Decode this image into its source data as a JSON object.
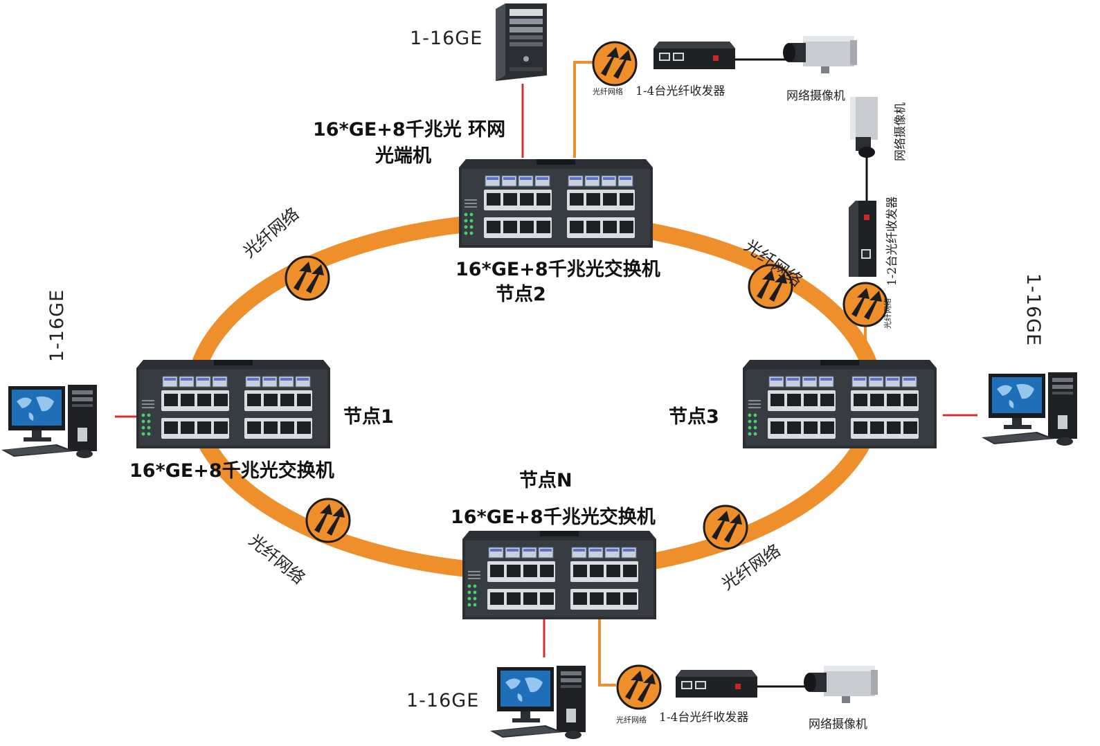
{
  "colors": {
    "ring": "#EE8F2C",
    "fiber": "#EE8F2C",
    "copper": "#D32F2F",
    "camera_cable": "#111111",
    "switch_body": "#2B2F33",
    "switch_face": "#3A3F45",
    "led": "#49D36A"
  },
  "labels": {
    "ring_title": "16*GE+8千兆光 环网",
    "ring_title2": "光端机",
    "node2_model": "16*GE+8千兆光交换机",
    "node2_name": "节点2",
    "node1_name": "节点1",
    "node1_model": "16*GE+8千兆光交换机",
    "node3_name": "节点3",
    "nodeN_name": "节点N",
    "nodeN_model": "16*GE+8千兆光交换机",
    "ge_top": "1-16GE",
    "ge_left": "1-16GE",
    "ge_right": "1-16GE",
    "ge_bottom": "1-16GE",
    "fiber_net": "光纤网络",
    "transceiver_14": "1-4台光纤收发器",
    "transceiver_12": "1-2台光纤收发器",
    "camera_top": "网络摄像机",
    "camera_right": "网络摄像机",
    "camera_bottom": "网络摄像机"
  },
  "icons": [
    "fiber-link-icon",
    "tower-server-icon",
    "desktop-computer-icon",
    "fiber-transceiver-icon",
    "network-camera-icon",
    "industrial-switch-icon"
  ]
}
